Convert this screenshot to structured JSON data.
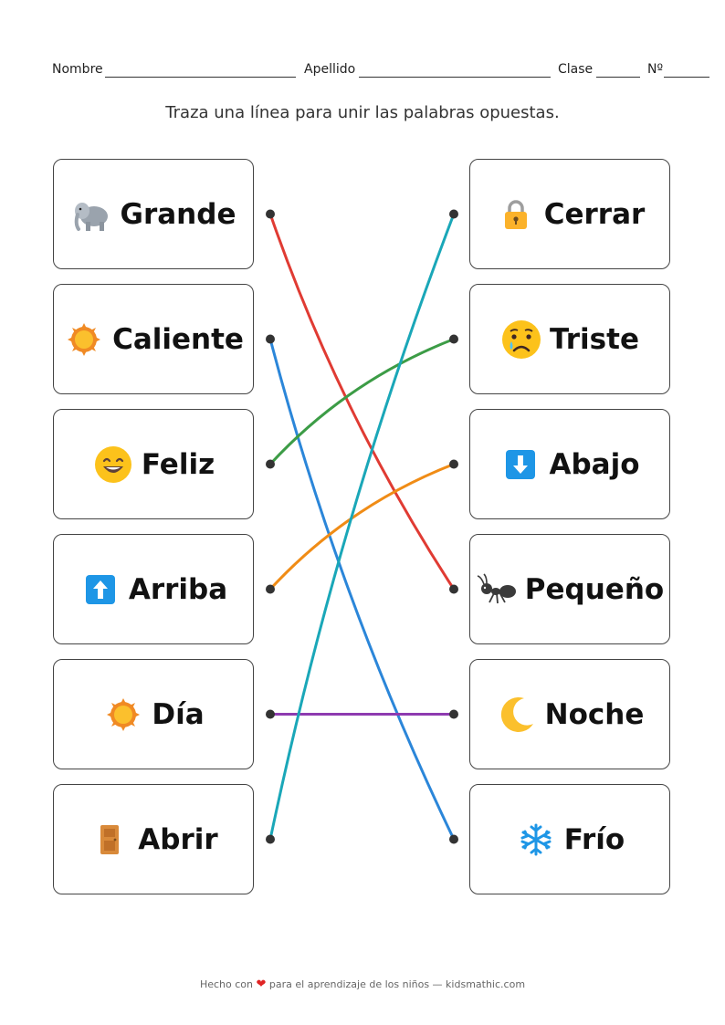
{
  "header": {
    "name_label": "Nombre",
    "surname_label": "Apellido",
    "class_label": "Clase",
    "number_label": "Nº"
  },
  "instruction": "Traza una línea para unir las palabras opuestas.",
  "left_items": [
    {
      "label": "Grande",
      "icon": "elephant-icon"
    },
    {
      "label": "Caliente",
      "icon": "sun-icon"
    },
    {
      "label": "Feliz",
      "icon": "smiling-face-icon"
    },
    {
      "label": "Arriba",
      "icon": "up-arrow-icon"
    },
    {
      "label": "Día",
      "icon": "sun-icon"
    },
    {
      "label": "Abrir",
      "icon": "door-icon"
    }
  ],
  "right_items": [
    {
      "label": "Cerrar",
      "icon": "lock-icon"
    },
    {
      "label": "Triste",
      "icon": "crying-face-icon"
    },
    {
      "label": "Abajo",
      "icon": "down-arrow-icon"
    },
    {
      "label": "Pequeño",
      "icon": "ant-icon"
    },
    {
      "label": "Noche",
      "icon": "crescent-moon-icon"
    },
    {
      "label": "Frío",
      "icon": "snowflake-icon"
    }
  ],
  "connections": [
    {
      "from": 0,
      "to": 3,
      "color": "#e03b33"
    },
    {
      "from": 1,
      "to": 5,
      "color": "#2b86d9"
    },
    {
      "from": 2,
      "to": 1,
      "color": "#3c9c46"
    },
    {
      "from": 3,
      "to": 2,
      "color": "#f08c16"
    },
    {
      "from": 4,
      "to": 4,
      "color": "#8e3bb0"
    },
    {
      "from": 5,
      "to": 0,
      "color": "#1aa7b8"
    }
  ],
  "footer": {
    "before": "Hecho con",
    "after": "para el aprendizaje de los niños — kidsmathic.com"
  }
}
